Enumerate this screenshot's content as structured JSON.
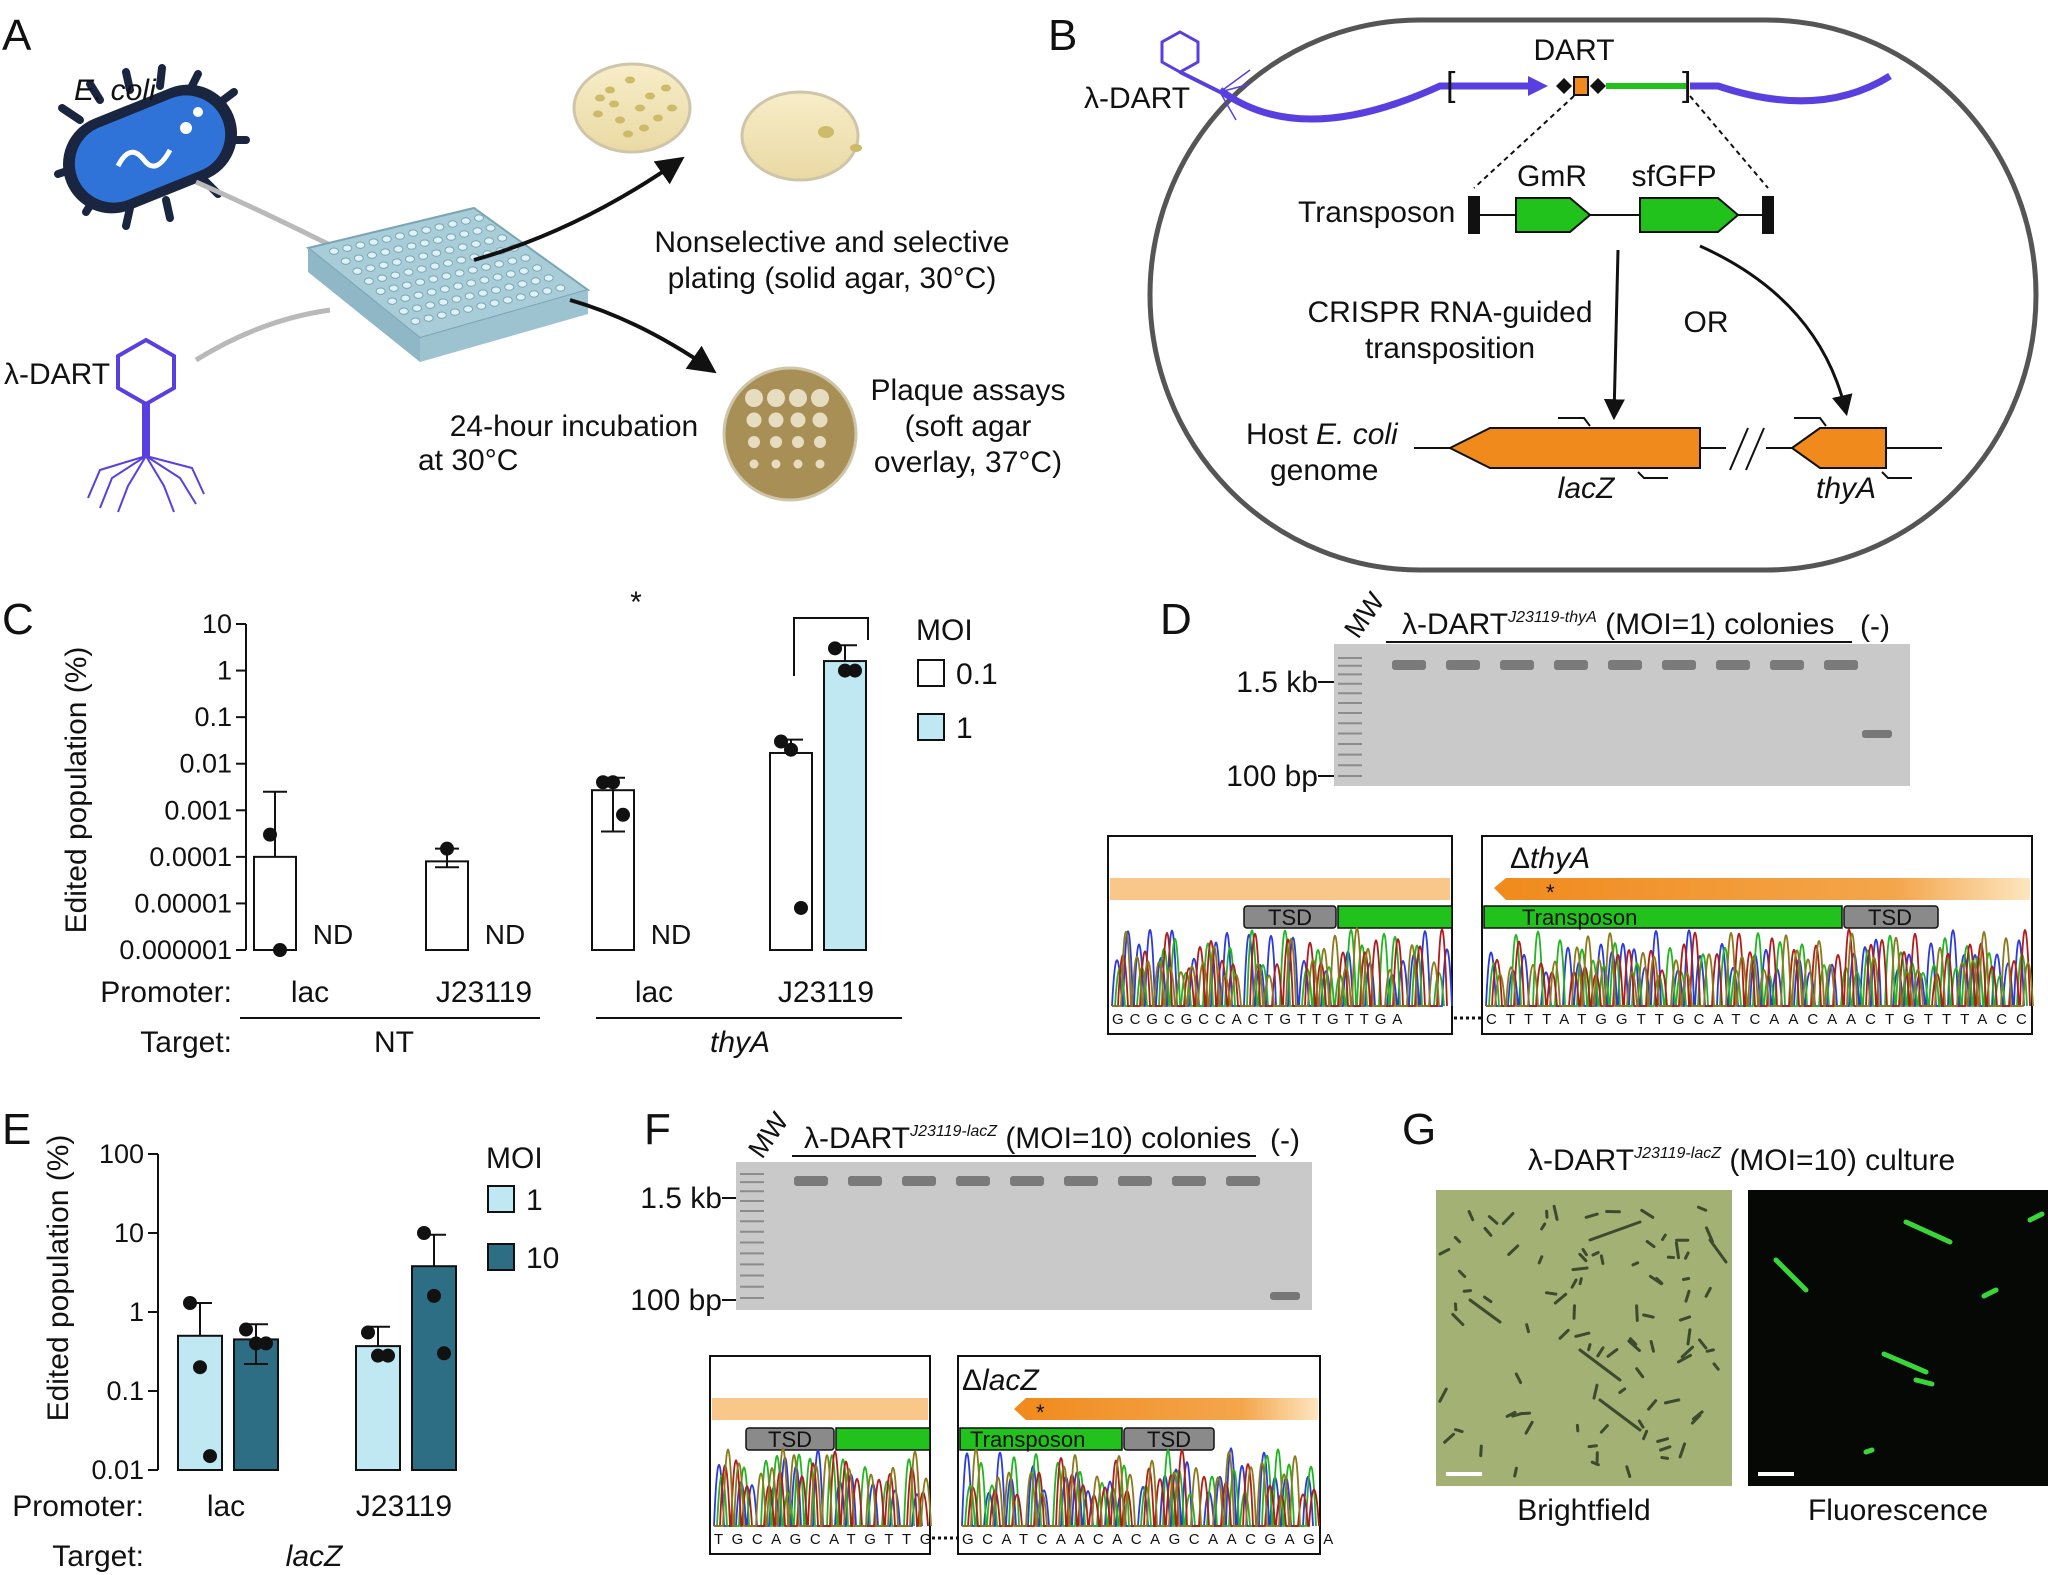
{
  "panels": {
    "a": "A",
    "b": "B",
    "c": "C",
    "d": "D",
    "e": "E",
    "f": "F",
    "g": "G"
  },
  "a": {
    "ecoli": "E. coli",
    "phage": "λ-DART",
    "incubation": [
      "24-hour incubation",
      "at 30°C"
    ],
    "plating": [
      "Nonselective and selective",
      "plating (solid agar, 30°C)"
    ],
    "plaque": [
      "Plaque assays",
      "(soft agar",
      "overlay, 37°C)"
    ]
  },
  "b": {
    "phage": "λ-DART",
    "dart": "DART",
    "transposon": "Transposon",
    "gmr": "GmR",
    "sfgfp": "sfGFP",
    "crispr": [
      "CRISPR RNA-guided",
      "transposition"
    ],
    "or": "OR",
    "host_prefix": "Host",
    "host_italic": "E. coli",
    "host_line2": "genome",
    "lacz": "lacZ",
    "thya": "thyA"
  },
  "c": {
    "ylabel": "Edited population (%)",
    "ticks": [
      "10",
      "1",
      "0.1",
      "0.01",
      "0.001",
      "0.0001",
      "0.00001",
      "0.000001"
    ],
    "legend_title": "MOI",
    "legend": [
      "0.1",
      "1"
    ],
    "promoter_label": "Promoter:",
    "target_label": "Target:",
    "promoters": [
      "lac",
      "J23119",
      "lac",
      "J23119"
    ],
    "targets": [
      "NT",
      "thyA"
    ],
    "nd": "ND",
    "sig": "*"
  },
  "d": {
    "mw": "MW",
    "title_pre": "λ-DART",
    "title_sup": "J23119-thyA",
    "title_post": " (MOI=1) colonies",
    "neg": "(-)",
    "kb": "1.5 kb",
    "bp": "100 bp",
    "delta_prefix": "Δ",
    "delta_gene": "thyA",
    "tsd": "TSD",
    "transposon": "Transposon",
    "star": "*",
    "seq_left": "GCGCGCCACTGTTGTTGA",
    "seq_right": "CTTTATGGTTGCATCAACAACTGTTTACC"
  },
  "e": {
    "ylabel": "Edited population (%)",
    "ticks": [
      "100",
      "10",
      "1",
      "0.1",
      "0.01"
    ],
    "legend_title": "MOI",
    "legend": [
      "1",
      "10"
    ],
    "promoter_label": "Promoter:",
    "target_label": "Target:",
    "promoters": [
      "lac",
      "J23119"
    ],
    "target": "lacZ"
  },
  "f": {
    "mw": "MW",
    "title_pre": "λ-DART",
    "title_sup": "J23119-lacZ",
    "title_post": " (MOI=10) colonies",
    "neg": "(-)",
    "kb": "1.5 kb",
    "bp": "100 bp",
    "delta_prefix": "Δ",
    "delta_gene": "lacZ",
    "tsd": "TSD",
    "transposon": "Transposon",
    "star": "*",
    "seq_left": "TGCAGCATGTTG",
    "seq_right": "GCATCAACACAGCAACGAGA"
  },
  "g": {
    "title_pre": "λ-DART",
    "title_sup": "J23119-lacZ",
    "title_post": " (MOI=10) culture",
    "brightfield": "Brightfield",
    "fluorescence": "Fluorescence"
  },
  "colors": {
    "light_blue": "#bfe8f2",
    "dark_teal": "#2d6e85",
    "orange": "#f08a1c",
    "green": "#22c21c",
    "phage_purple": "#5a3fe0",
    "gel": "#c9c9c9"
  },
  "chart_data": [
    {
      "type": "bar",
      "panel": "C",
      "log_scale": true,
      "ylabel": "Edited population (%)",
      "ylim": [
        1e-06,
        10
      ],
      "categories": [
        "lac / NT",
        "J23119 / NT",
        "lac / thyA",
        "J23119 / thyA"
      ],
      "series": [
        {
          "name": "0.1",
          "values": [
            0.0001,
            8e-05,
            0.0027,
            0.017
          ],
          "error_high": [
            0.0025,
            0.00015,
            0.005,
            0.033
          ],
          "error_low": [
            null,
            6e-05,
            0.00035,
            null
          ],
          "points": [
            [
              0.0003,
              1e-06
            ],
            [
              0.00015
            ],
            [
              0.004,
              0.004,
              0.0008
            ],
            [
              0.03,
              0.02,
              8e-06
            ]
          ]
        },
        {
          "name": "1",
          "values": [
            null,
            null,
            null,
            1.6
          ],
          "error_high": [
            null,
            null,
            null,
            3.5
          ],
          "points": [
            [],
            [],
            [],
            [
              3.0,
              1.0,
              1.0
            ]
          ],
          "not_detected": [
            true,
            true,
            true,
            false
          ]
        }
      ],
      "significance": {
        "between": [
          "J23119 / thyA 0.1",
          "J23119 / thyA 1"
        ],
        "label": "*"
      }
    },
    {
      "type": "bar",
      "panel": "E",
      "log_scale": true,
      "ylabel": "Edited population (%)",
      "ylim": [
        0.01,
        100
      ],
      "categories": [
        "lac",
        "J23119"
      ],
      "series": [
        {
          "name": "1",
          "values": [
            0.5,
            0.37
          ],
          "error_high": [
            1.3,
            0.65
          ],
          "points": [
            [
              1.3,
              0.2,
              0.015
            ],
            [
              0.55,
              0.28,
              0.28
            ]
          ]
        },
        {
          "name": "10",
          "values": [
            0.45,
            3.8
          ],
          "error_high": [
            0.7,
            9.5
          ],
          "error_low": [
            0.22,
            null
          ],
          "points": [
            [
              0.6,
              0.4,
              0.4
            ],
            [
              10,
              1.6,
              0.3
            ]
          ]
        }
      ]
    }
  ]
}
